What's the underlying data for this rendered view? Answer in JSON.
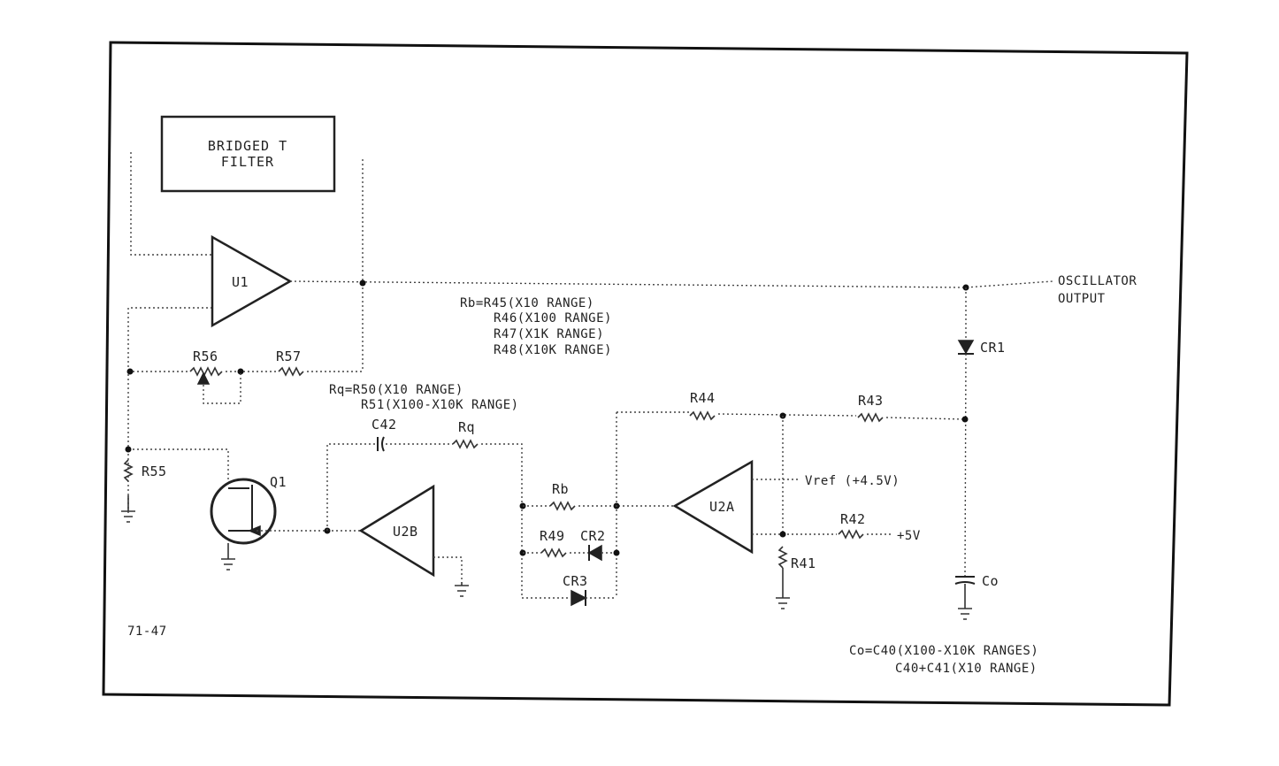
{
  "filter_box": {
    "line1": "BRIDGED T",
    "line2": "FILTER"
  },
  "amplifiers": {
    "u1": "U1",
    "u2a": "U2A",
    "u2b": "U2B"
  },
  "components": {
    "r56": "R56",
    "r57": "R57",
    "r55": "R55",
    "q1": "Q1",
    "c42": "C42",
    "rq": "Rq",
    "rb": "Rb",
    "r49": "R49",
    "cr2": "CR2",
    "cr3": "CR3",
    "r44": "R44",
    "r43": "R43",
    "r42": "R42",
    "r41": "R41",
    "cr1": "CR1",
    "co": "Co"
  },
  "labels": {
    "vref": "Vref (+4.5V)",
    "plus5v": "+5V",
    "osc_output_1": "OSCILLATOR",
    "osc_output_2": "OUTPUT",
    "figure_ref": "71-47"
  },
  "notes": {
    "rb_1": "Rb=R45(X10 RANGE)",
    "rb_2": "R46(X100 RANGE)",
    "rb_3": "R47(X1K RANGE)",
    "rb_4": "R48(X10K RANGE)",
    "rq_1": "Rq=R50(X10 RANGE)",
    "rq_2": "R51(X100-X10K RANGE)",
    "co_1": "Co=C40(X100-X10K RANGES)",
    "co_2": "C40+C41(X10 RANGE)"
  },
  "colors": {
    "ink": "#222222",
    "paper": "#ffffff"
  }
}
